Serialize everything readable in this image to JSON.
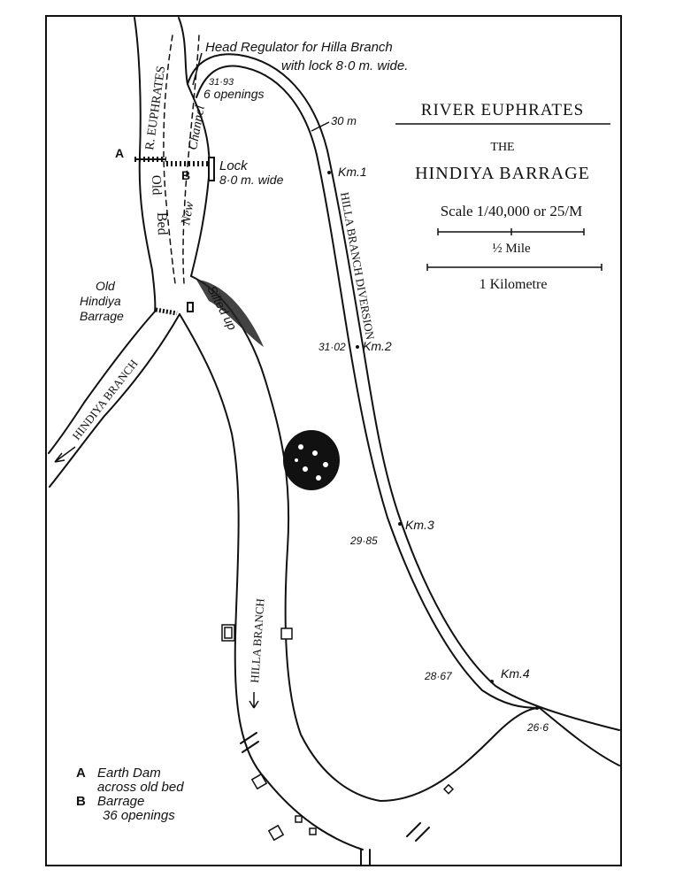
{
  "title": {
    "line1": "RIVER EUPHRATES",
    "line2": "THE",
    "line3": "HINDIYA BARRAGE"
  },
  "scale": {
    "text": "Scale 1/40,000 or 25/M",
    "half_mile": "½ Mile",
    "kilometre": "1 Kilometre"
  },
  "annotations": {
    "head_regulator_1": "Head Regulator for Hilla Branch",
    "head_regulator_2": "with lock 8·0 m. wide.",
    "six_openings": "6 openings",
    "thirty_m": "30 m",
    "lock_1": "Lock",
    "lock_2": "8·0 m. wide",
    "old_barrage_1": "Old",
    "old_barrage_2": "Hindiya",
    "old_barrage_3": "Barrage",
    "silted_up": "Silted up"
  },
  "rivers": {
    "euphrates": "R. EUPHRATES",
    "new_channel_1": "New",
    "new_channel_2": "Channel",
    "old_bed_1": "Old",
    "old_bed_2": "Bed",
    "hindiya_branch": "HINDIYA BRANCH",
    "hilla_branch": "HILLA BRANCH",
    "hilla_diversion": "HILLA BRANCH DIVERSION"
  },
  "points": {
    "a": "A",
    "b": "B"
  },
  "km_marks": {
    "km1": "Km.1",
    "km2": "Km.2",
    "km3": "Km.3",
    "km4": "Km.4"
  },
  "levels": {
    "l1": "31·93",
    "l2": "31·02",
    "l3": "29·85",
    "l4": "28·67",
    "l5": "26·6"
  },
  "legend": {
    "a_key": "A",
    "a_line1": "Earth Dam",
    "a_line2": "across old bed",
    "b_key": "B",
    "b_line1": "Barrage",
    "b_line2": "36 openings"
  },
  "colors": {
    "ink": "#111111",
    "paper": "#ffffff"
  }
}
